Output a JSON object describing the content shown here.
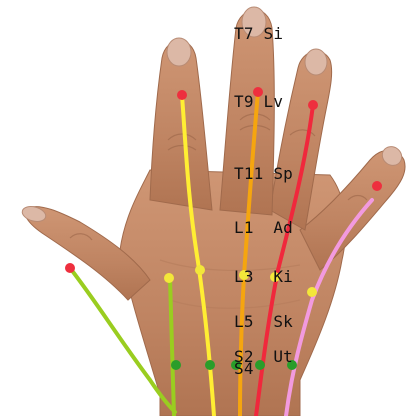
{
  "labels": {
    "t7": "T7 Si",
    "t9": "T9 Lv",
    "t11": "T11 Sp",
    "l1": "L1  Ad",
    "l3": "L3  Ki",
    "l5": "L5  Sk",
    "s2": "S2  Ut",
    "s4": "S4"
  },
  "colors": {
    "skin": "#c98f6c",
    "skin_shadow": "#a86c4d",
    "nail": "#d9b3a0",
    "line_green": "#9acd20",
    "line_yellow": "#ffee33",
    "line_orange": "#f5a50f",
    "line_red": "#f0283c",
    "line_pink": "#f29adf",
    "dot_red": "#ee2f3e",
    "dot_yellow": "#f3e73a",
    "dot_green": "#2a9d2a"
  }
}
